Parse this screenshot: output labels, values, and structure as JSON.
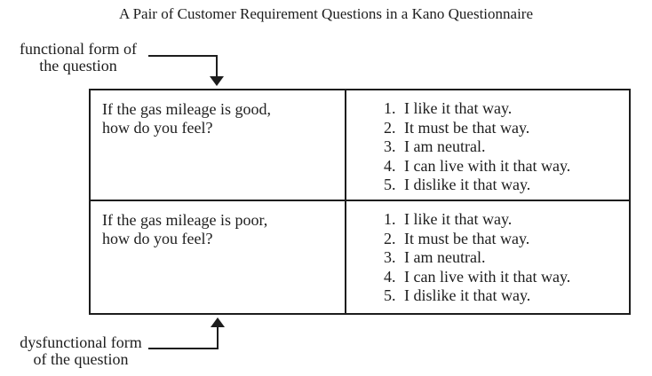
{
  "title": "A Pair of Customer Requirement Questions in a Kano Questionnaire",
  "colors": {
    "ink": "#1d1d1d",
    "background": "#ffffff"
  },
  "annotations": {
    "functional": {
      "line1": "functional form of",
      "line2": "the question"
    },
    "dysfunctional": {
      "line1": "dysfunctional form",
      "line2": "of the question"
    }
  },
  "table": {
    "rows": [
      {
        "question_line1": "If the gas mileage is good,",
        "question_line2": "how do you feel?",
        "options": [
          {
            "num": "1.",
            "text": "I like it that way."
          },
          {
            "num": "2.",
            "text": "It must be that way."
          },
          {
            "num": "3.",
            "text": "I am neutral."
          },
          {
            "num": "4.",
            "text": "I can live with it that way."
          },
          {
            "num": "5.",
            "text": "I dislike it that way."
          }
        ]
      },
      {
        "question_line1": "If the gas mileage is poor,",
        "question_line2": "how do you feel?",
        "options": [
          {
            "num": "1.",
            "text": "I like it that way."
          },
          {
            "num": "2.",
            "text": "It must be that way."
          },
          {
            "num": "3.",
            "text": "I am neutral."
          },
          {
            "num": "4.",
            "text": "I can live with it that way."
          },
          {
            "num": "5.",
            "text": "I dislike it that way."
          }
        ]
      }
    ]
  }
}
